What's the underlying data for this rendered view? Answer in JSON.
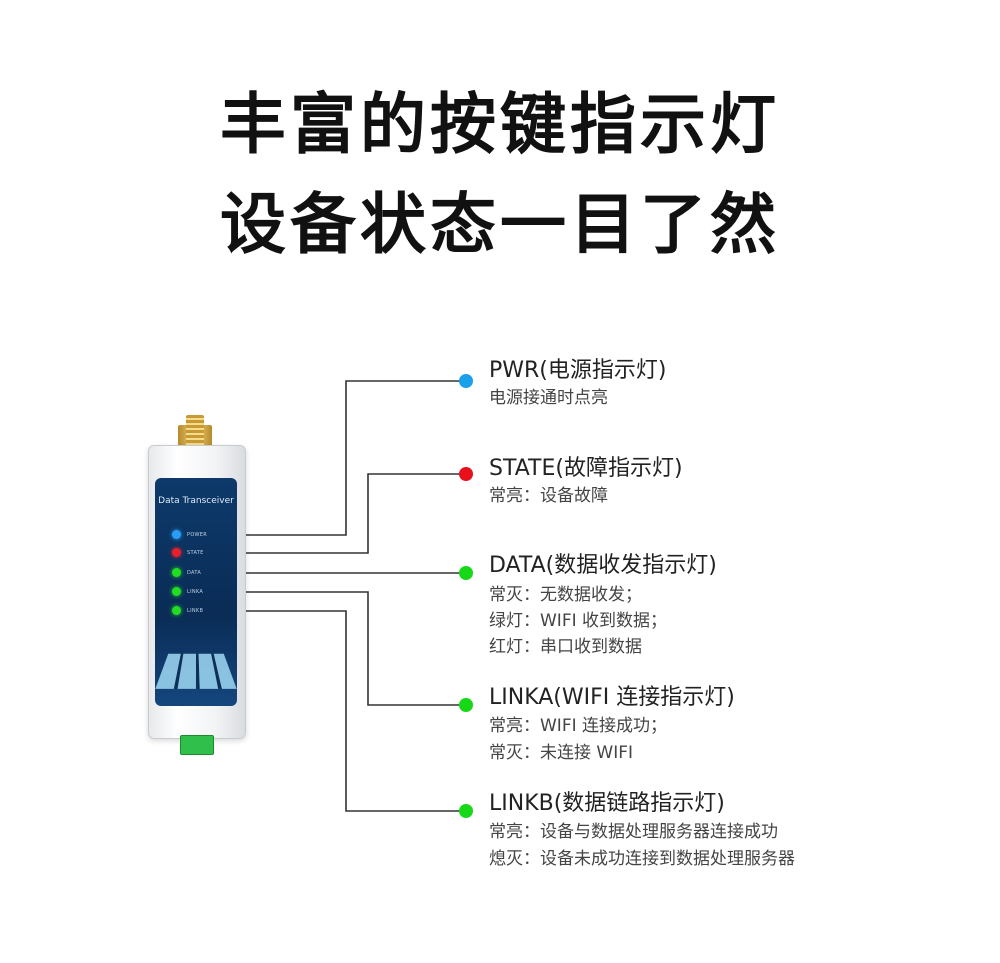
{
  "headline": {
    "line1": "丰富的按键指示灯",
    "line2": "设备状态一目了然"
  },
  "device": {
    "panel_title": "Data Transceiver",
    "leds": [
      {
        "label": "POWER",
        "color": "#2a9df4"
      },
      {
        "label": "STATE",
        "color": "#e8202a"
      },
      {
        "label": "DATA",
        "color": "#22dd22"
      },
      {
        "label": "LINKA",
        "color": "#22dd22"
      },
      {
        "label": "LINKB",
        "color": "#22dd22"
      }
    ]
  },
  "indicators": [
    {
      "title": "PWR(电源指示灯)",
      "color": "#1aa0ea",
      "lines": [
        "电源接通时点亮"
      ]
    },
    {
      "title": "STATE(故障指示灯)",
      "color": "#e8101a",
      "lines": [
        "常亮：设备故障"
      ]
    },
    {
      "title": "DATA(数据收发指示灯)",
      "color": "#16d816",
      "lines": [
        "常灭：无数据收发；",
        "绿灯：WIFI 收到数据；",
        "红灯：串口收到数据"
      ]
    },
    {
      "title": "LINKA(WIFI 连接指示灯)",
      "color": "#16d816",
      "lines": [
        "常亮：WIFI 连接成功；",
        "常灭：未连接 WIFI"
      ]
    },
    {
      "title": "LINKB(数据链路指示灯)",
      "color": "#16d816",
      "lines": [
        "常亮：设备与数据处理服务器连接成功",
        "熄灭：设备未成功连接到数据处理服务器"
      ]
    }
  ]
}
